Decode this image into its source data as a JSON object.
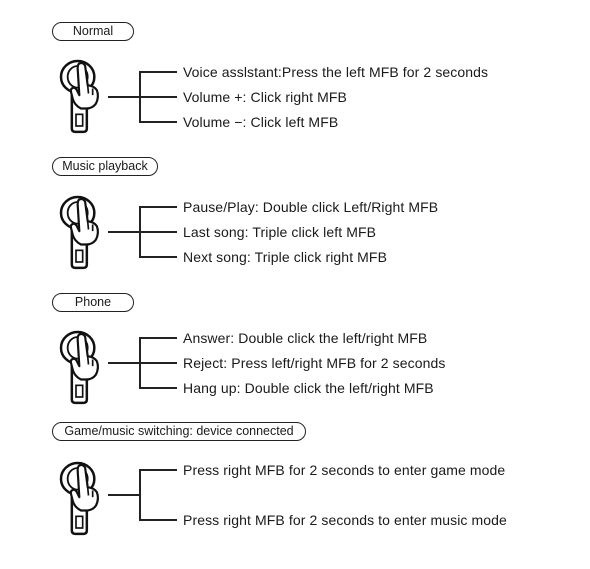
{
  "sections": [
    {
      "label": "Normal",
      "icon": "earbud-press-icon",
      "items": [
        "Voice asslstant:Press the left MFB for 2 seconds",
        "Volume +: Click right MFB",
        "Volume −: Click left MFB"
      ]
    },
    {
      "label": "Music playback",
      "icon": "earbud-press-icon",
      "items": [
        "Pause/Play: Double click Left/Right MFB",
        "Last song: Triple click left MFB",
        "Next song: Triple click right MFB"
      ]
    },
    {
      "label": "Phone",
      "icon": "earbud-press-icon",
      "items": [
        "Answer: Double click the left/right MFB",
        "Reject: Press left/right MFB for 2 seconds",
        "Hang up: Double click the left/right MFB"
      ]
    },
    {
      "label": "Game/music switching: device connected",
      "icon": "earbud-press-icon",
      "items": [
        "Press right MFB for 2 seconds to enter game mode",
        "Press right MFB for 2 seconds to enter music mode"
      ]
    }
  ]
}
